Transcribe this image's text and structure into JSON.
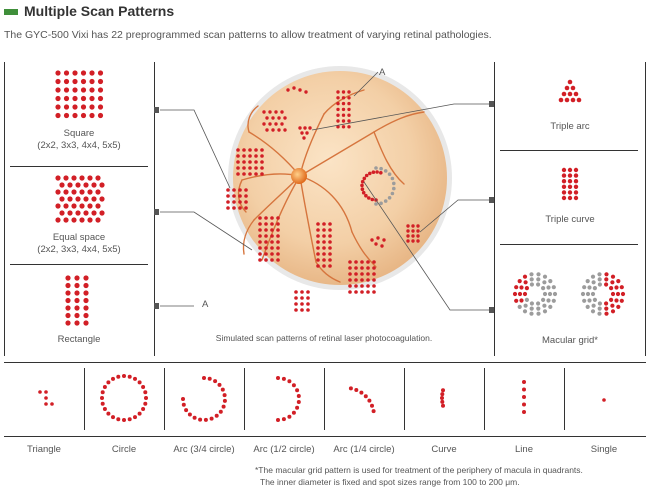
{
  "header": {
    "title": "Multiple Scan Patterns",
    "subtitle": "The GYC-500 Vixi has 22 preprogrammed scan patterns to allow treatment of varying retinal pathologies."
  },
  "left_panel": {
    "square": {
      "label": "Square",
      "detail": "(2x2, 3x3, 4x4, 5x5)"
    },
    "equal_space": {
      "label": "Equal space",
      "detail": "(2x2, 3x3, 4x4, 5x5)"
    },
    "rectangle": {
      "label": "Rectangle"
    }
  },
  "center": {
    "caption": "Simulated scan patterns of retinal laser photocoagulation.",
    "marker_top": "A",
    "marker_side": "A"
  },
  "right_panel": {
    "triple_arc": "Triple arc",
    "triple_curve": "Triple curve",
    "macular_grid": "Macular grid*"
  },
  "bottom_row": [
    "Triangle",
    "Circle",
    "Arc (3/4 circle)",
    "Arc (1/2 circle)",
    "Arc (1/4 circle)",
    "Curve",
    "Line",
    "Single"
  ],
  "footnote": {
    "line1": "*The macular grid pattern is used for treatment of the periphery of macula in quadrants.",
    "line2": "The inner diameter is fixed and spot sizes range from 100 to 200 μm."
  },
  "colors": {
    "spot_red": "#d21f26",
    "spot_gray": "#9c9c9c",
    "accent_green": "#3f8f3a",
    "retina": "#f3cfa6"
  }
}
